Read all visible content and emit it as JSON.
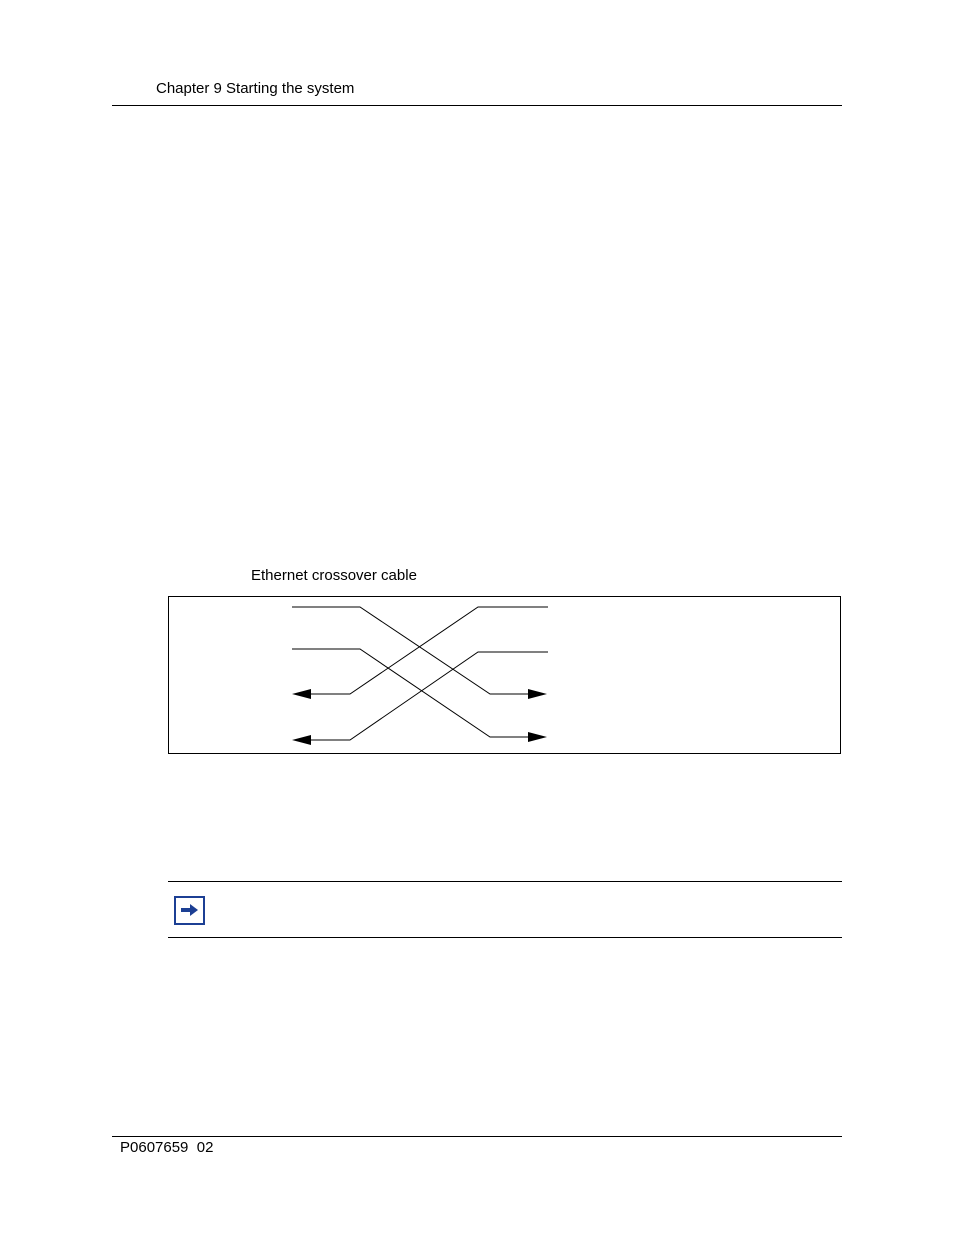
{
  "header": {
    "chapter_title": "Chapter 9 Starting the system"
  },
  "figure": {
    "caption": "Ethernet crossover cable"
  },
  "note": {
    "icon": "right-arrow-icon",
    "icon_color": "#1c3f94"
  },
  "footer": {
    "document_number": "P0607659  02"
  }
}
